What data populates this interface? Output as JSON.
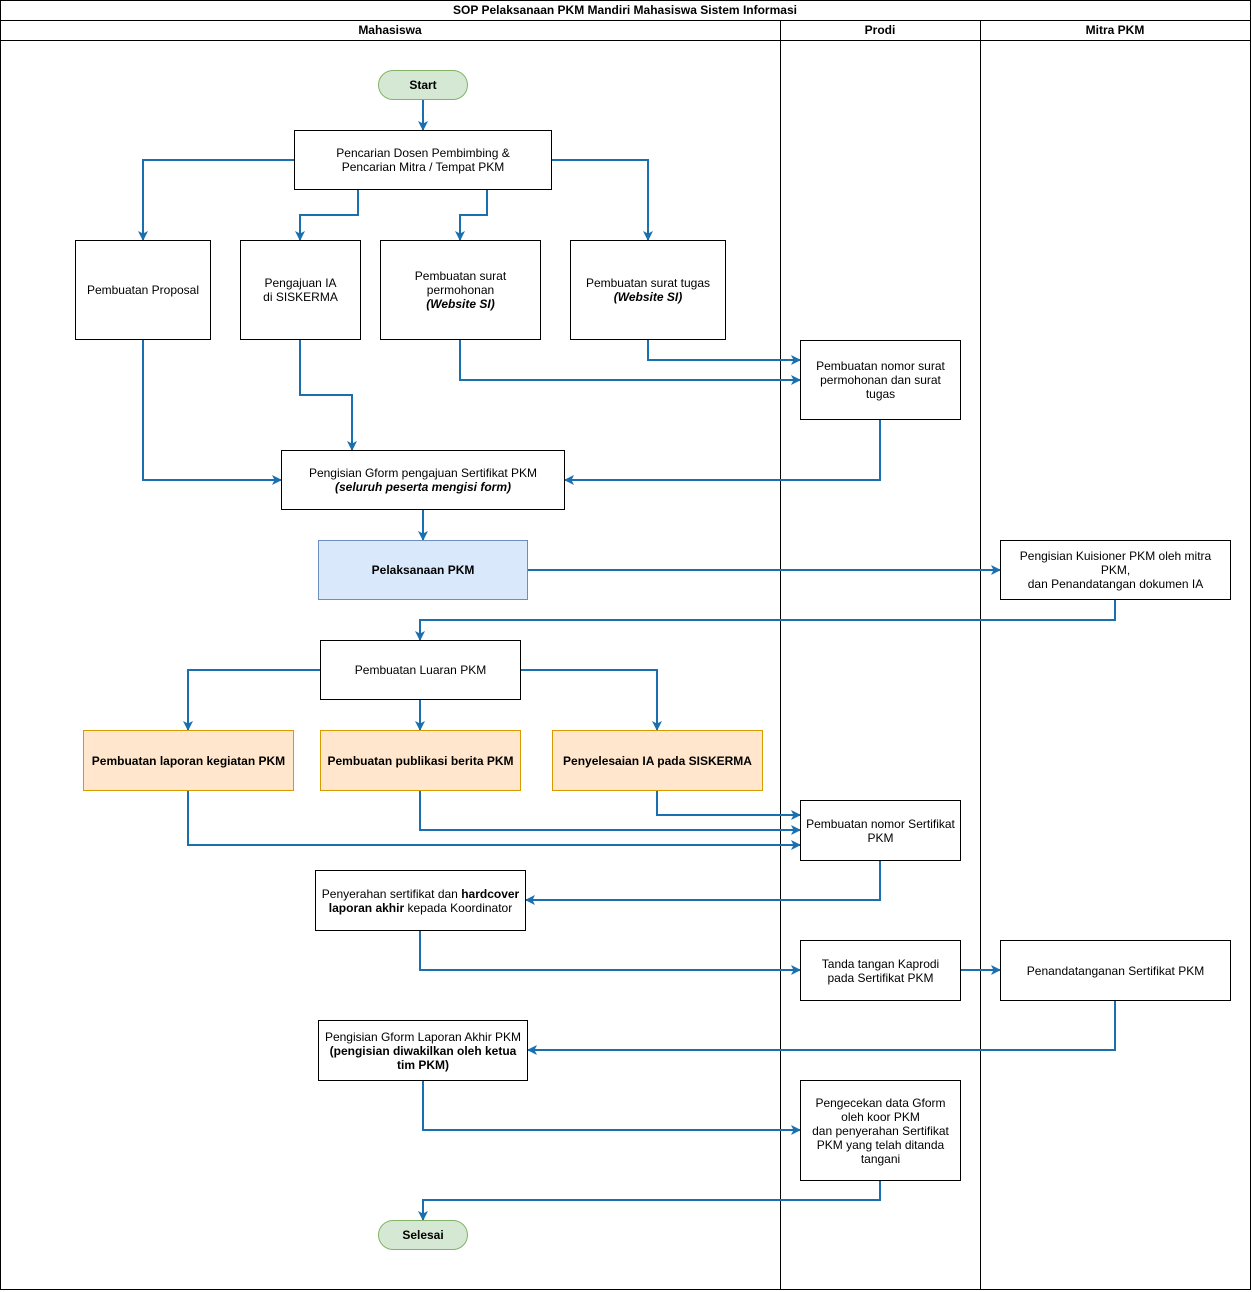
{
  "title": "SOP Pelaksanaan PKM Mandiri Mahasiswa Sistem Informasi",
  "lanes": [
    "Mahasiswa",
    "Prodi",
    "Mitra PKM"
  ],
  "colors": {
    "arrow": "#1a6fb0",
    "terminal_fill": "#d5e8d4",
    "terminal_stroke": "#82b366",
    "blue_fill": "#dae8fc",
    "blue_stroke": "#6c8ebf",
    "orange_fill": "#ffe6cc",
    "orange_stroke": "#d79b00"
  },
  "nodes": {
    "start": "Start",
    "pencarian": [
      "Pencarian Dosen Pembimbing &",
      "Pencarian Mitra / Tempat PKM"
    ],
    "proposal": "Pembuatan Proposal",
    "pengajuan_ia": [
      "Pengajuan IA",
      "di SISKERMA"
    ],
    "surat_permohonan": [
      "Pembuatan surat",
      "permohonan",
      "(Website SI)"
    ],
    "surat_tugas": [
      "Pembuatan surat tugas",
      "(Website SI)"
    ],
    "nomor_surat": [
      "Pembuatan nomor surat",
      "permohonan dan surat tugas"
    ],
    "gform_pengajuan": [
      "Pengisian Gform pengajuan Sertifikat PKM",
      "(seluruh peserta mengisi form)"
    ],
    "pelaksanaan": "Pelaksanaan PKM",
    "kuisioner": [
      "Pengisian Kuisioner PKM oleh mitra PKM,",
      "dan Penandatangan dokumen IA"
    ],
    "luaran": "Pembuatan Luaran PKM",
    "laporan": "Pembuatan laporan kegiatan PKM",
    "publikasi": "Pembuatan publikasi berita PKM",
    "penyelesaian_ia": "Penyelesaian IA pada SISKERMA",
    "nomor_sertifikat": [
      "Pembuatan nomor Sertifikat",
      "PKM"
    ],
    "penyerahan": {
      "l1a": "Penyerahan sertifikat dan ",
      "l1b": "hardcover",
      "l2a": "laporan akhir",
      "l2b": " kepada Koordinator"
    },
    "ttd_kaprodi": [
      "Tanda tangan Kaprodi",
      "pada Sertifikat PKM"
    ],
    "penandatanganan": "Penandatanganan Sertifikat PKM",
    "gform_laporan": [
      "Pengisian Gform Laporan Akhir PKM",
      "(pengisian diwakilkan oleh ketua",
      "tim PKM)"
    ],
    "pengecekan": [
      "Pengecekan data Gform",
      "oleh koor PKM",
      "dan penyerahan Sertifikat",
      "PKM yang telah ditanda",
      "tangani"
    ],
    "selesai": "Selesai"
  }
}
